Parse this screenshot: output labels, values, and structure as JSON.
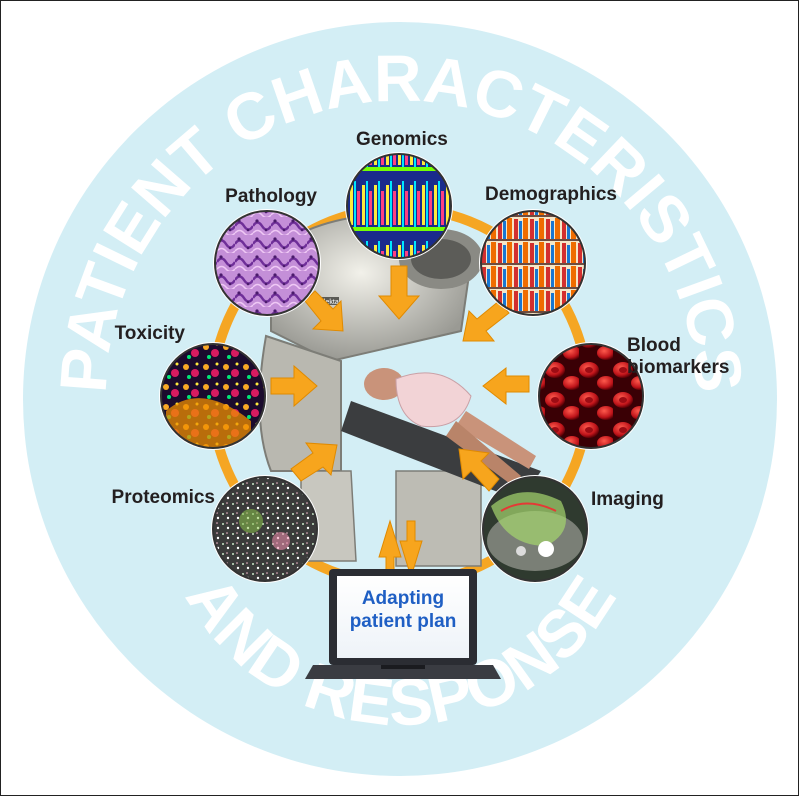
{
  "banner": {
    "top": "PATIENT CHARACTERISTICS",
    "bottom": "AND RESPONSE"
  },
  "machine_brand": "Elekta",
  "nodes": [
    {
      "id": "genomics",
      "label": "Genomics"
    },
    {
      "id": "demographics",
      "label": "Demographics"
    },
    {
      "id": "blood-biomarkers",
      "label_line1": "Blood",
      "label_line2": "biomarkers"
    },
    {
      "id": "imaging",
      "label": "Imaging"
    },
    {
      "id": "proteomics",
      "label": "Proteomics"
    },
    {
      "id": "toxicity",
      "label": "Toxicity"
    },
    {
      "id": "pathology",
      "label": "Pathology"
    }
  ],
  "center": {
    "line1": "Adapting",
    "line2": "patient plan"
  },
  "colors": {
    "ring_light": "#d3eef5",
    "ring_text": "#ffffff",
    "orbit": "#f5a623",
    "arrow": "#f7a51d",
    "laptop": "#2b2d33",
    "center_text": "#1f5fc4",
    "label": "#231f20"
  }
}
